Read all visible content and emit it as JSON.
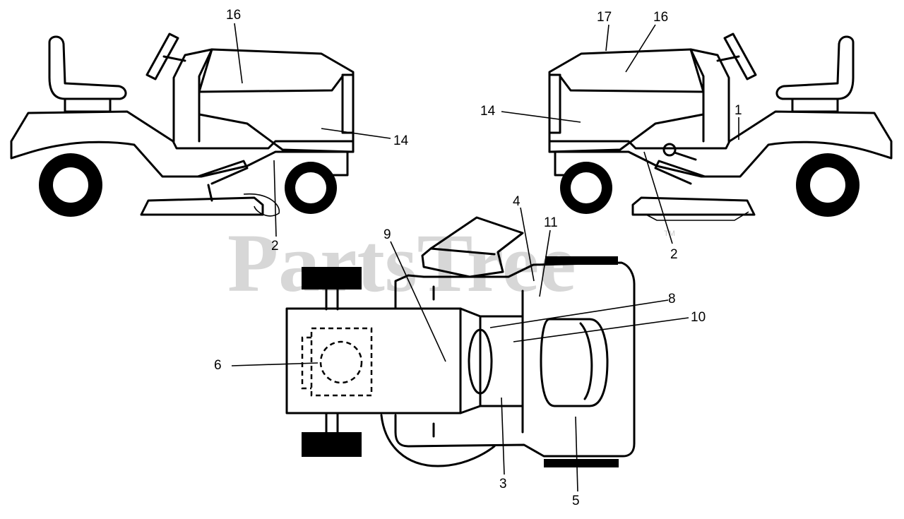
{
  "watermark": {
    "text": "PartsTree",
    "trademark": "TM",
    "color": "#c9c9c9"
  },
  "callouts": {
    "c16_left": "16",
    "c14_left": "14",
    "c2_left": "2",
    "c17": "17",
    "c16_right": "16",
    "c14_right": "14",
    "c1": "1",
    "c2_right": "2",
    "c4": "4",
    "c11": "11",
    "c9": "9",
    "c8": "8",
    "c10": "10",
    "c6": "6",
    "c3": "3",
    "c5": "5"
  }
}
